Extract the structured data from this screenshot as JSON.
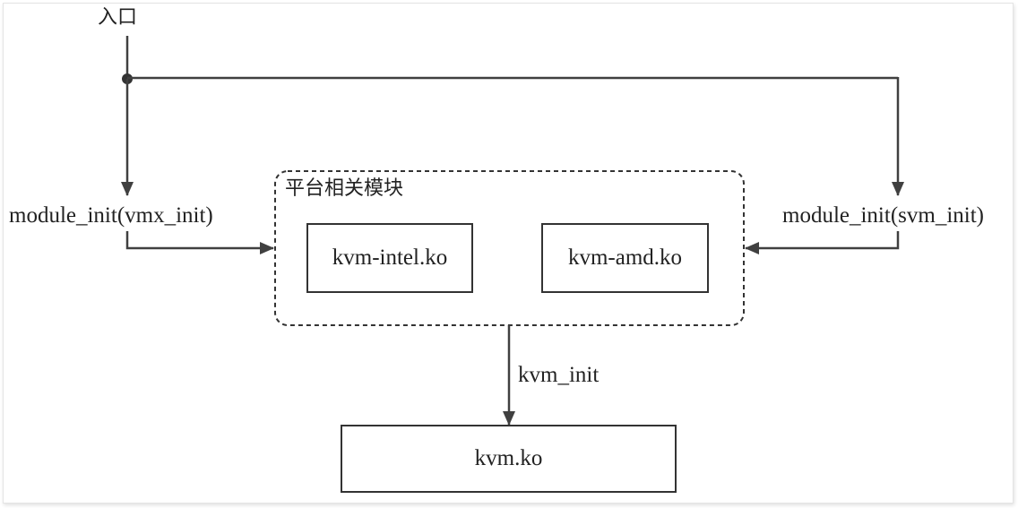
{
  "entry": {
    "label": "入口"
  },
  "platform_group": {
    "title": "平台相关模块"
  },
  "modules": {
    "intel": "kvm-intel.ko",
    "amd": "kvm-amd.ko",
    "core": "kvm.ko"
  },
  "edges": {
    "left": "module_init(vmx_init)",
    "right": "module_init(svm_init)",
    "down": "kvm_init"
  },
  "colors": {
    "line": "#404040",
    "box_border": "#333333",
    "text": "#222222"
  }
}
